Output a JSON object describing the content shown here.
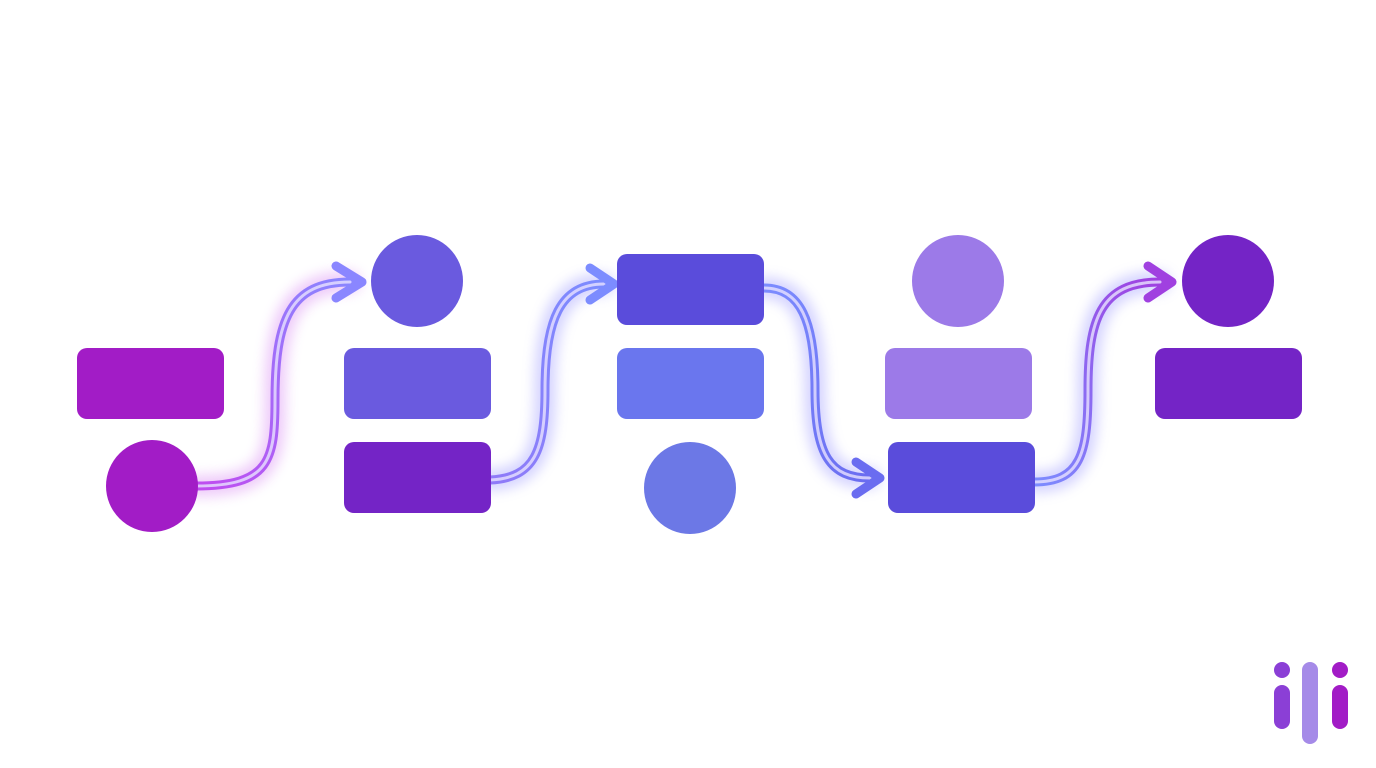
{
  "diagram": {
    "colors": {
      "background": "#ffffff",
      "magenta": "#a21cc6",
      "deep_purple": "#7424c6",
      "indigo": "#5a4cdb",
      "violet_blue": "#6a5adf",
      "periwinkle": "#6a76ee",
      "soft_periwinkle": "#6c78e6",
      "lavender": "#9c7ae8",
      "connector_glow_pink": "#d070f0",
      "connector_glow_blue": "#8a86ff",
      "connector_core": "#c9c4ff",
      "logo_magenta": "#a21cc6",
      "logo_lavender": "#a58ae8",
      "logo_violet": "#8b3fd6"
    },
    "stages": [
      {
        "name": "stage-1",
        "shapes": [
          "rect",
          "circle"
        ]
      },
      {
        "name": "stage-2",
        "shapes": [
          "circle",
          "rect",
          "rect"
        ]
      },
      {
        "name": "stage-3",
        "shapes": [
          "rect",
          "rect",
          "circle"
        ]
      },
      {
        "name": "stage-4",
        "shapes": [
          "circle",
          "rect",
          "rect"
        ]
      },
      {
        "name": "stage-5",
        "shapes": [
          "circle",
          "rect"
        ]
      }
    ],
    "connectors": [
      {
        "from": "stage-1-circle",
        "to": "stage-2-circle"
      },
      {
        "from": "stage-2-rect-bottom",
        "to": "stage-3-rect-top"
      },
      {
        "from": "stage-3-rect-top",
        "to": "stage-4-rect-bottom"
      },
      {
        "from": "stage-4-rect-bottom",
        "to": "stage-5-circle"
      }
    ],
    "logo_icon": "three-bar-logo-icon"
  }
}
